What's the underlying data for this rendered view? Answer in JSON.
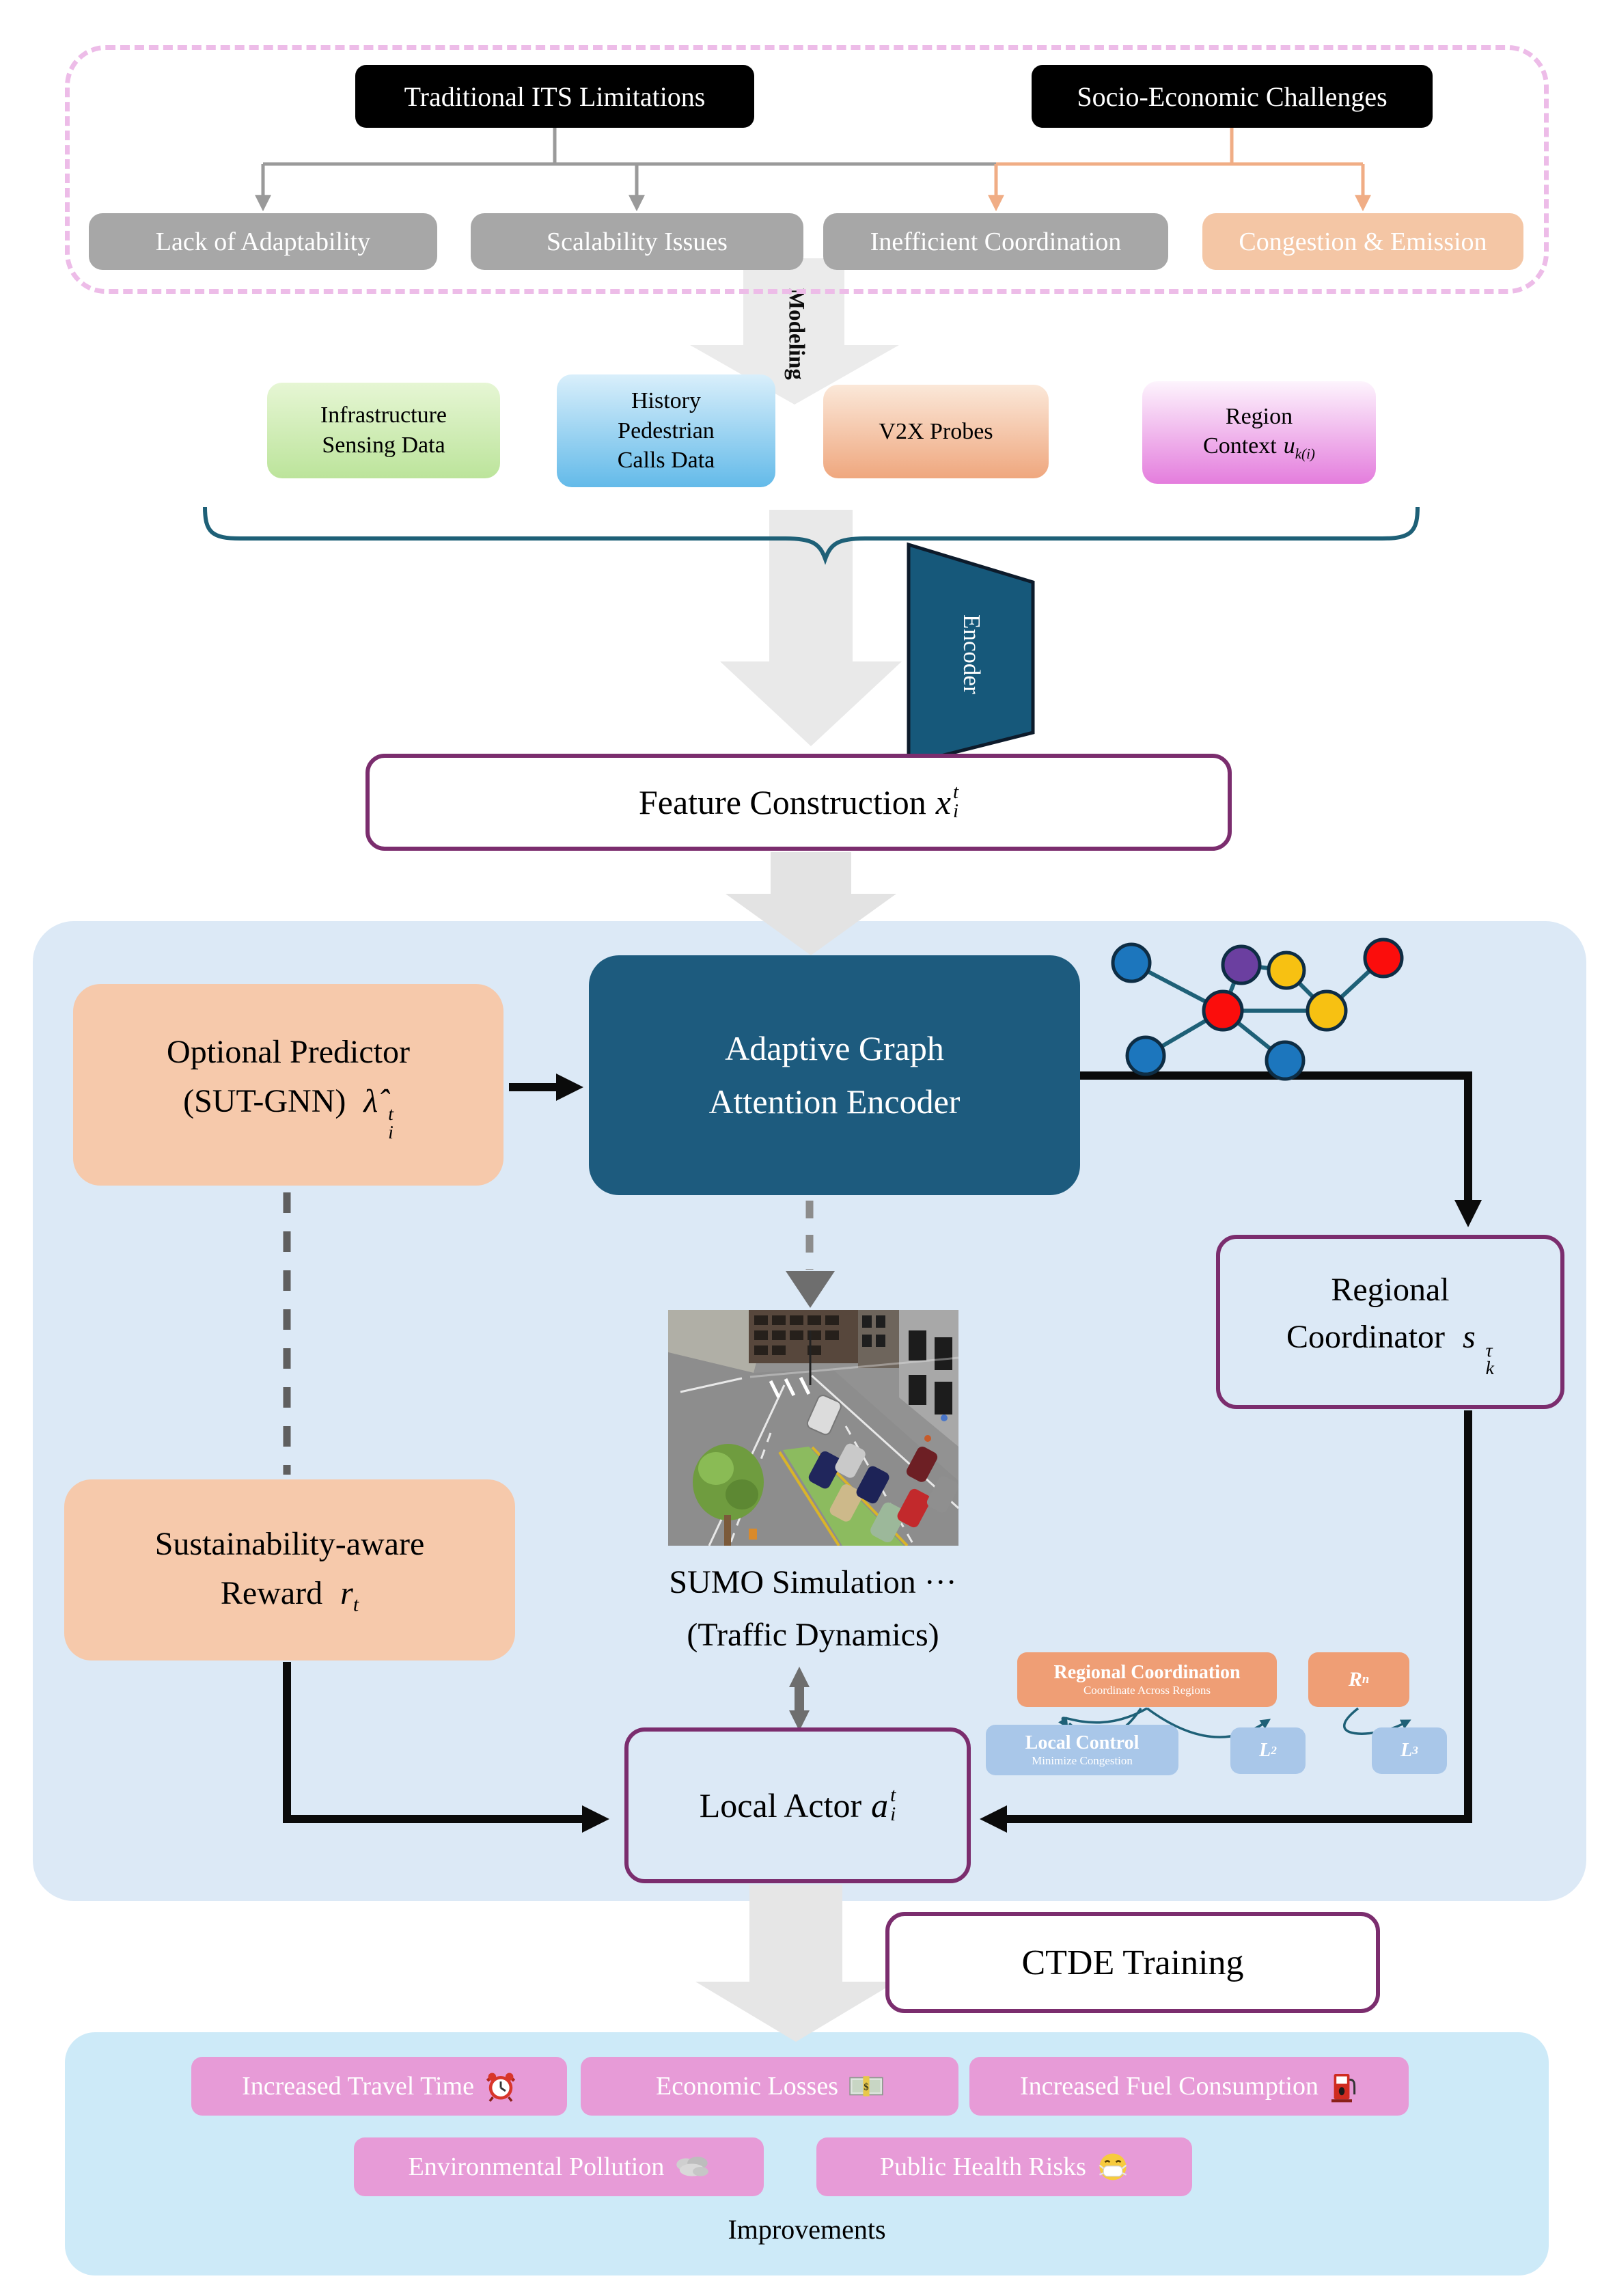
{
  "palette": {
    "panel_blue": "#dce9f6",
    "panel_cyan": "#cdeaf8",
    "peach_box": "#f6c9ab",
    "teal_box": "#1d5b7e",
    "purple_border": "#7b2d6e",
    "gray_box": "#a7a7a7",
    "pink_box": "#e79bd7",
    "mini_orange": "#ef9e75",
    "mini_blue": "#a9c7e9",
    "dashed_frame_pink": "#edbce8",
    "graph_edge_teal": "#1e6077"
  },
  "header": {
    "sources": [
      {
        "label": "Traditional ITS Limitations"
      },
      {
        "label": "Socio-Economic Challenges"
      }
    ],
    "issues": [
      {
        "label": "Lack of Adaptability"
      },
      {
        "label": "Scalability Issues"
      },
      {
        "label": "Inefficient Coordination"
      },
      {
        "label": "Congestion & Emission"
      }
    ],
    "modeling_label": "Modeling"
  },
  "data_sources": {
    "infrastructure": {
      "line1": "Infrastructure",
      "line2": "Sensing Data"
    },
    "history": {
      "line1": "History",
      "line2": "Pedestrian",
      "line3": "Calls Data"
    },
    "v2x": {
      "label": "V2X Probes"
    },
    "region": {
      "line1": "Region",
      "line2": "Context",
      "math_base": "u",
      "math_sub": "k(i)"
    }
  },
  "encoder_label": "Encoder",
  "feature": {
    "label": "Feature Construction",
    "math_base": "x",
    "math_sup": "t",
    "math_sub": "i"
  },
  "pipeline": {
    "optional_predictor": {
      "line1": "Optional Predictor",
      "line2": "(SUT-GNN)",
      "math_base": "λ̂",
      "math_sup": "t",
      "math_sub": "i"
    },
    "graph_encoder": {
      "line1": "Adaptive Graph",
      "line2": "Attention Encoder"
    },
    "graph_node_colors": [
      "blue",
      "purple",
      "yellow",
      "red",
      "red",
      "yellow",
      "blue",
      "blue"
    ],
    "regional_coordinator": {
      "line1": "Regional",
      "line2": "Coordinator",
      "math_base": "s",
      "math_sup": "τ",
      "math_sub": "k"
    },
    "sustainability": {
      "line1": "Sustainability-aware",
      "line2": "Reward",
      "math_base": "r",
      "math_sub": "t"
    },
    "sumo": {
      "caption_line1": "SUMO Simulation ···",
      "caption_line2": "(Traffic Dynamics)"
    },
    "local_actor": {
      "label": "Local Actor",
      "math_base": "a",
      "math_sup": "t",
      "math_sub": "i"
    },
    "coordination": {
      "regional_title": "Regional Coordination",
      "regional_subtitle": "Coordinate Across Regions",
      "rn_base": "R",
      "rn_sub": "n",
      "local_title": "Local Control",
      "local_subtitle": "Minimize Congestion",
      "l2_base": "L",
      "l2_sub": "2",
      "l3_base": "L",
      "l3_sub": "3"
    }
  },
  "ctde_label": "CTDE Training",
  "outcomes": {
    "row1": [
      {
        "label": "Increased Travel Time",
        "icon": "alarm-clock-icon"
      },
      {
        "label": "Economic Losses",
        "icon": "banknote-icon"
      },
      {
        "label": "Increased Fuel Consumption",
        "icon": "fuel-pump-icon"
      }
    ],
    "row2": [
      {
        "label": "Environmental Pollution",
        "icon": "fog-icon"
      },
      {
        "label": "Public Health Risks",
        "icon": "mask-face-icon"
      }
    ],
    "footer": "Improvements"
  }
}
